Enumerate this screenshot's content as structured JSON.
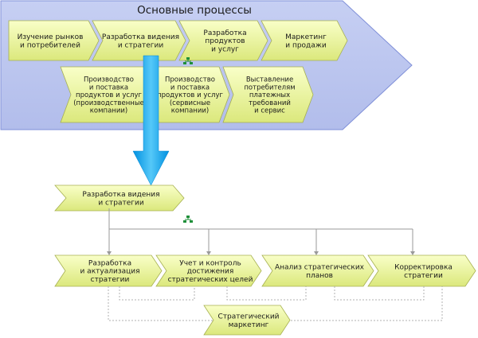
{
  "title": "Основные процессы",
  "main_processes": [
    [
      "Изучение рынков",
      "и потребителей"
    ],
    [
      "Разработка видения",
      "и стратегии"
    ],
    [
      "Разработка",
      "продуктов",
      "и услуг"
    ],
    [
      "Маркетинг",
      "и продажи"
    ]
  ],
  "sub_processes": [
    [
      "Производство",
      "и поставка",
      "продуктов и услуг",
      "(производственные",
      "компании)"
    ],
    [
      "Производство",
      "и поставка",
      "продуктов и услуг",
      "(сервисные",
      "компании)"
    ],
    [
      "Выставление",
      "потребителям",
      "платежных",
      "требований",
      "и сервис"
    ]
  ],
  "detail_root": [
    "Разработка видения",
    "и стратегии"
  ],
  "detail_steps": [
    [
      "Разработка",
      "и актуализация",
      "стратегии"
    ],
    [
      "Учет и контроль",
      "достижения",
      "стратегических целей"
    ],
    [
      "Анализ стратегических",
      "планов"
    ],
    [
      "Корректировка",
      "стратегии"
    ]
  ],
  "strategic_marketing": [
    "Стратегический",
    "маркетинг"
  ],
  "colors": {
    "band_fill": "#bcc6ef",
    "band_stroke": "#7f8fd8",
    "chevron_top": "#f9ffc8",
    "chevron_bottom": "#dbe87c",
    "chevron_stroke": "#a6b050",
    "arrow_light": "#55c8f8",
    "arrow_dark": "#0098e6",
    "connector": "#9a9a9a",
    "dotted": "#b0b0b0",
    "hierarchy_icon": "#1f8f3a"
  },
  "icons": {
    "hierarchy": "hierarchy-icon"
  }
}
